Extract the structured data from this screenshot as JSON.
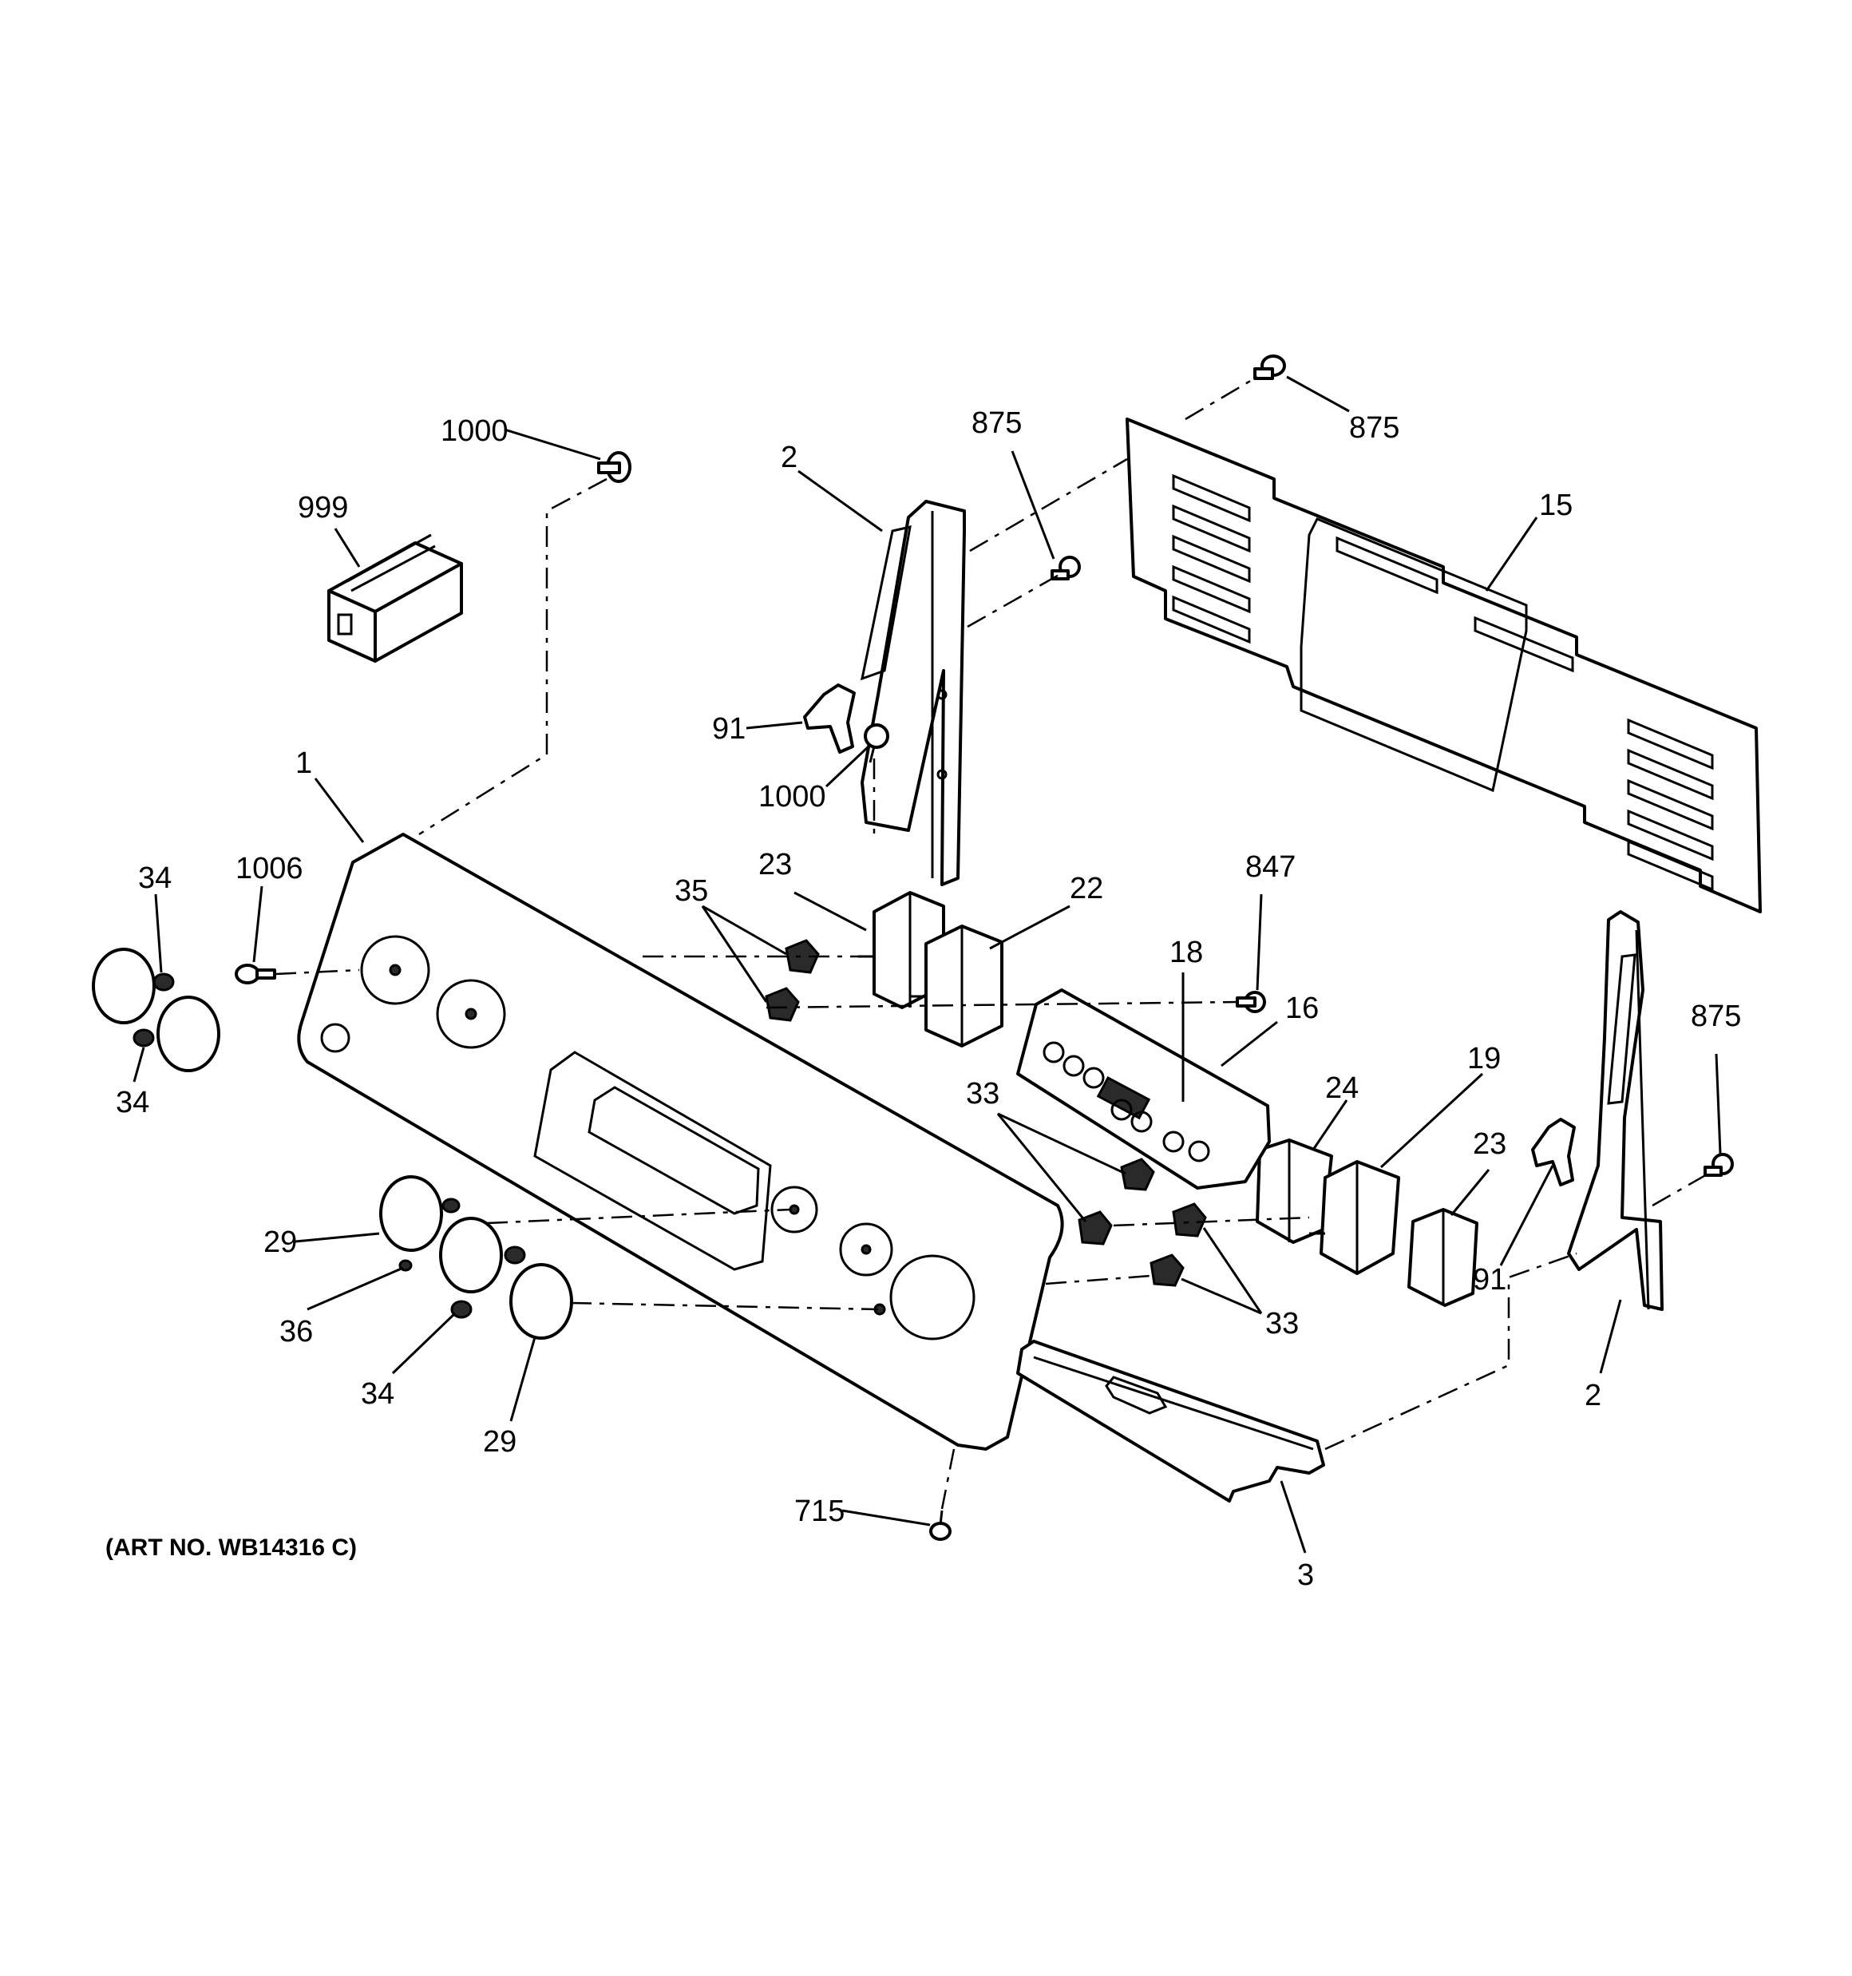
{
  "art_number": "(ART NO. WB14316 C)",
  "callouts": [
    {
      "id": "c1000a",
      "text": "1000"
    },
    {
      "id": "c999",
      "text": "999"
    },
    {
      "id": "c2a",
      "text": "2"
    },
    {
      "id": "c875a",
      "text": "875"
    },
    {
      "id": "c875b",
      "text": "875"
    },
    {
      "id": "c15",
      "text": "15"
    },
    {
      "id": "c91a",
      "text": "91"
    },
    {
      "id": "c1000b",
      "text": "1000"
    },
    {
      "id": "c1",
      "text": "1"
    },
    {
      "id": "c34a",
      "text": "34"
    },
    {
      "id": "c1006",
      "text": "1006"
    },
    {
      "id": "c34b",
      "text": "34"
    },
    {
      "id": "c23a",
      "text": "23"
    },
    {
      "id": "c35",
      "text": "35"
    },
    {
      "id": "c22",
      "text": "22"
    },
    {
      "id": "c847",
      "text": "847"
    },
    {
      "id": "c18",
      "text": "18"
    },
    {
      "id": "c16",
      "text": "16"
    },
    {
      "id": "c875c",
      "text": "875"
    },
    {
      "id": "c33a",
      "text": "33"
    },
    {
      "id": "c19",
      "text": "19"
    },
    {
      "id": "c24",
      "text": "24"
    },
    {
      "id": "c23b",
      "text": "23"
    },
    {
      "id": "c29a",
      "text": "29"
    },
    {
      "id": "c36",
      "text": "36"
    },
    {
      "id": "c34c",
      "text": "34"
    },
    {
      "id": "c29b",
      "text": "29"
    },
    {
      "id": "c91b",
      "text": "91"
    },
    {
      "id": "c33b",
      "text": "33"
    },
    {
      "id": "c2b",
      "text": "2"
    },
    {
      "id": "c715",
      "text": "715"
    },
    {
      "id": "c3",
      "text": "3"
    }
  ]
}
